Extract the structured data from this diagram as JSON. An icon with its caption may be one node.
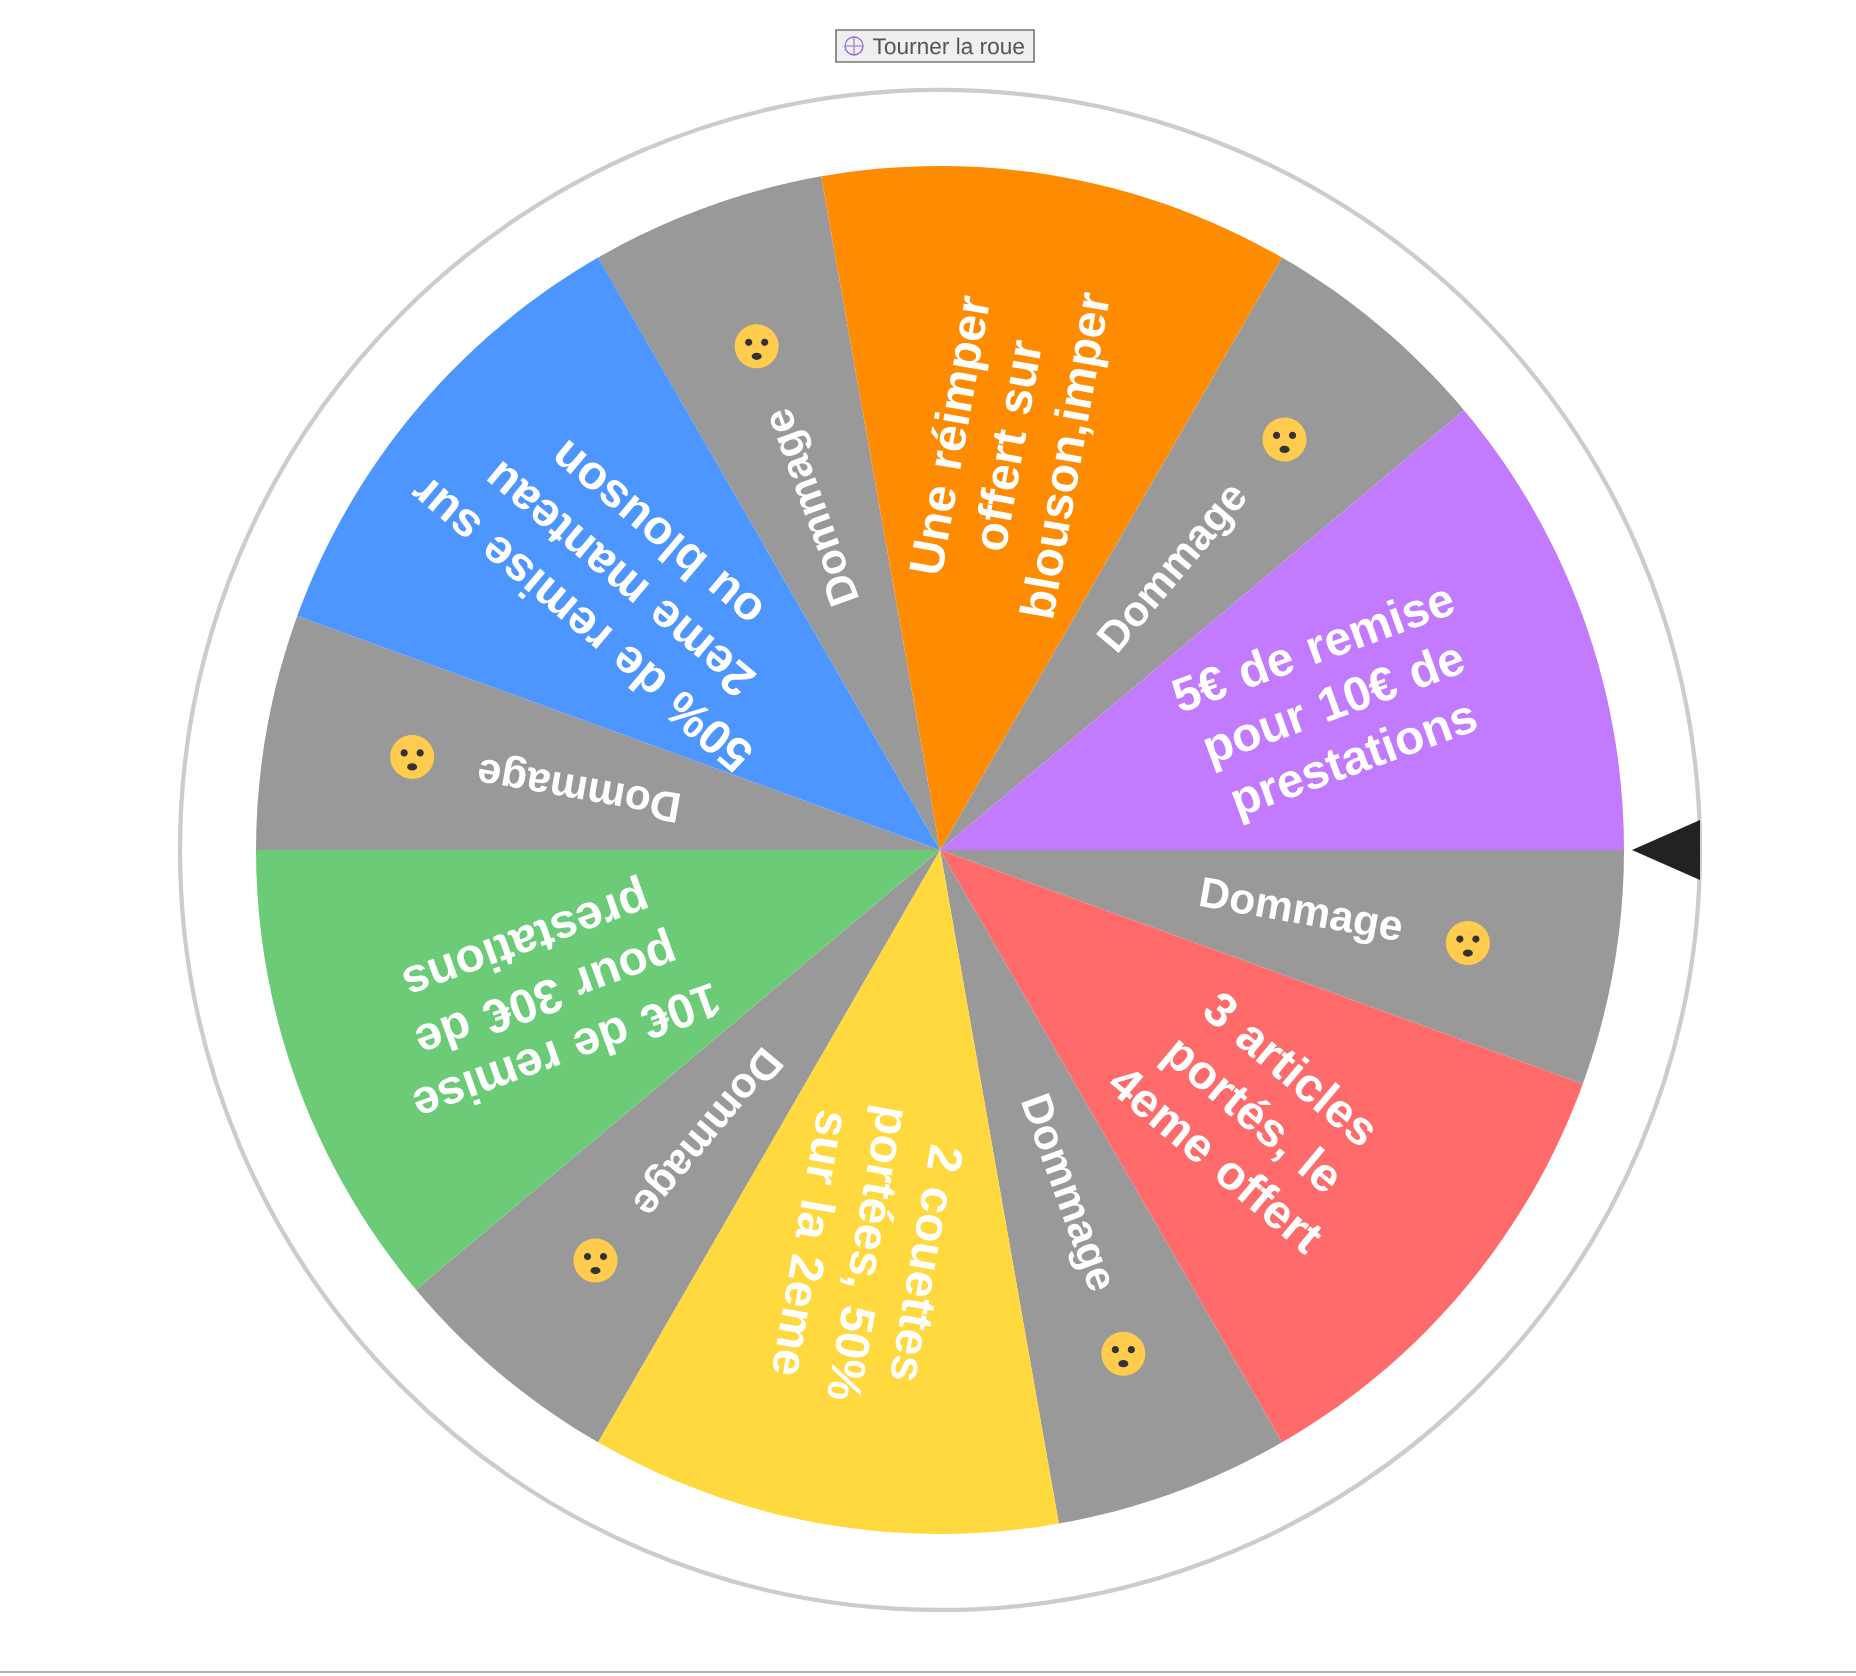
{
  "diagram": {
    "nodes": [
      {
        "text": [
          "Dommage"
        ]
      },
      {
        "text": [
          "Une réimper offert sur blouson,imper"
        ]
      },
      {
        "text": [
          "Dommage"
        ]
      },
      {
        "text": [
          "5€ de remise pour 10€ de prestations"
        ]
      },
      {
        "text": [
          "Dommage"
        ]
      },
      {
        "text": [
          "3 articles portés, le 4eme offert"
        ]
      },
      {
        "text": [
          "Dommage"
        ]
      },
      {
        "text": [
          "2 couettes portées, 50% sur la 2eme"
        ]
      },
      {
        "text": [
          "Dommage"
        ]
      },
      {
        "text": [
          "10€ de remise pour 30€ de prestations"
        ]
      },
      {
        "text": [
          "Dommage"
        ]
      },
      {
        "text": [
          "50% de remise sur 2eme manteau ou blouson"
        ]
      }
    ],
    "labels": [
      "Tourner la roue"
    ]
  }
}
